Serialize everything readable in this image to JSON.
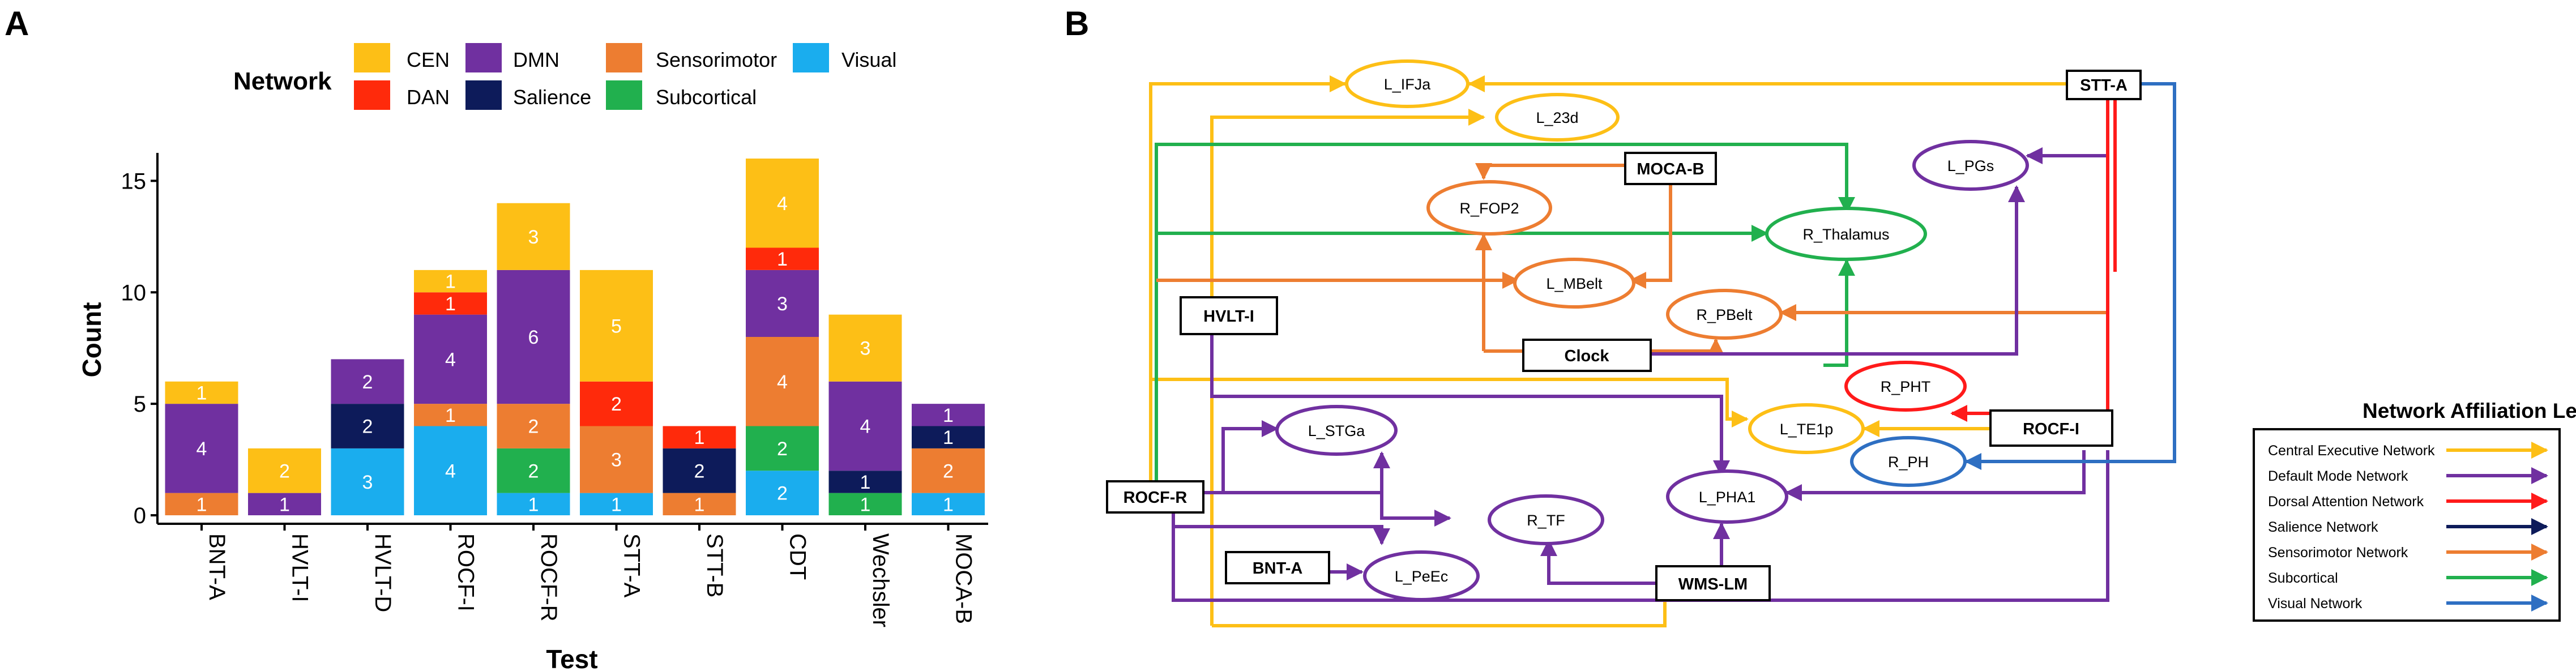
{
  "panel_a_label": "A",
  "panel_b_label": "B",
  "colors": {
    "CEN": "#FDBF16",
    "DAN": "#FF2A0B",
    "DMN": "#7030A0",
    "Salience": "#0D1B5A",
    "Sensorimotor": "#ED7D31",
    "Subcortical": "#21B04E",
    "Visual": "#1AADEE"
  },
  "chart_data": [
    {
      "type": "bar",
      "stacked": true,
      "title": "",
      "xlabel": "Test",
      "ylabel": "Count",
      "ylim": [
        0,
        16
      ],
      "yticks": [
        0,
        5,
        10,
        15
      ],
      "legend_title": "Network",
      "legend": [
        "CEN",
        "DAN",
        "DMN",
        "Salience",
        "Sensorimotor",
        "Subcortical",
        "Visual"
      ],
      "legend_placement": "top",
      "categories": [
        "BNT-A",
        "HVLT-I",
        "HVLT-D",
        "ROCF-I",
        "ROCF-R",
        "STT-A",
        "STT-B",
        "CDT",
        "Wechsler",
        "MOCA-B"
      ],
      "stack_order": [
        "Visual",
        "Subcortical",
        "Sensorimotor",
        "Salience",
        "DMN",
        "DAN",
        "CEN"
      ],
      "series": [
        {
          "name": "Visual",
          "values": [
            0,
            0,
            3,
            4,
            1,
            1,
            0,
            2,
            0,
            1
          ]
        },
        {
          "name": "Subcortical",
          "values": [
            0,
            0,
            0,
            0,
            2,
            0,
            0,
            2,
            1,
            0
          ]
        },
        {
          "name": "Sensorimotor",
          "values": [
            1,
            0,
            0,
            1,
            2,
            3,
            1,
            4,
            0,
            2
          ]
        },
        {
          "name": "Salience",
          "values": [
            0,
            0,
            2,
            0,
            0,
            0,
            2,
            0,
            1,
            1
          ]
        },
        {
          "name": "DMN",
          "values": [
            4,
            1,
            2,
            4,
            6,
            0,
            0,
            3,
            4,
            1
          ]
        },
        {
          "name": "DAN",
          "values": [
            0,
            0,
            0,
            1,
            0,
            2,
            1,
            1,
            0,
            0
          ]
        },
        {
          "name": "CEN",
          "values": [
            1,
            2,
            0,
            1,
            3,
            5,
            0,
            4,
            3,
            0
          ]
        }
      ]
    }
  ],
  "diagram": {
    "tests": [
      "STT-A",
      "MOCA-B",
      "HVLT-I",
      "Clock",
      "ROCF-I",
      "ROCF-R",
      "BNT-A",
      "WMS-LM"
    ],
    "regions": [
      {
        "label": "L_IFJa",
        "network": "CEN"
      },
      {
        "label": "L_23d",
        "network": "CEN"
      },
      {
        "label": "L_TE1p",
        "network": "CEN"
      },
      {
        "label": "L_PGs",
        "network": "DMN"
      },
      {
        "label": "L_STGa",
        "network": "DMN"
      },
      {
        "label": "L_PHA1",
        "network": "DMN"
      },
      {
        "label": "R_TF",
        "network": "DMN"
      },
      {
        "label": "L_PeEc",
        "network": "DMN"
      },
      {
        "label": "R_FOP2",
        "network": "Sensorimotor"
      },
      {
        "label": "L_MBelt",
        "network": "Sensorimotor"
      },
      {
        "label": "R_PBelt",
        "network": "Sensorimotor"
      },
      {
        "label": "R_Thalamus",
        "network": "Subcortical"
      },
      {
        "label": "R_PHT",
        "network": "DAN"
      },
      {
        "label": "R_PH",
        "network": "Visual"
      }
    ],
    "legend_title": "Network Affiliation Legend",
    "legend_items": [
      {
        "label": "Central Executive Network",
        "color": "#FDBF16"
      },
      {
        "label": "Default Mode Network",
        "color": "#7030A0"
      },
      {
        "label": "Dorsal Attention Network",
        "color": "#FF1A1A"
      },
      {
        "label": "Salience Network",
        "color": "#0D1B5A"
      },
      {
        "label": "Sensorimotor Network",
        "color": "#ED7D31"
      },
      {
        "label": "Subcortical",
        "color": "#21B04E"
      },
      {
        "label": "Visual Network",
        "color": "#2E6FC2"
      }
    ]
  }
}
